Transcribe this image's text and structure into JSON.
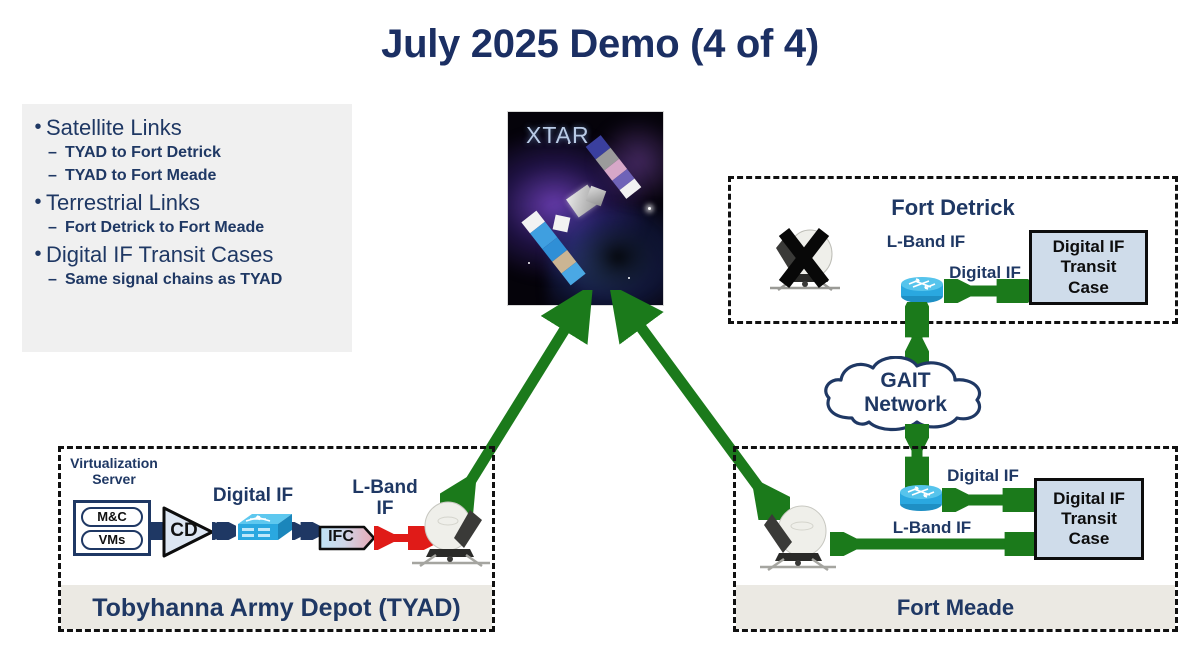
{
  "title": "July 2025 Demo (4 of 4)",
  "bullets": [
    {
      "level": 1,
      "text": "Satellite Links"
    },
    {
      "level": 2,
      "text": "TYAD to Fort Detrick"
    },
    {
      "level": 2,
      "text": "TYAD to Fort Meade"
    },
    {
      "level": 1,
      "text": "Terrestrial Links"
    },
    {
      "level": 2,
      "text": "Fort Detrick to Fort Meade"
    },
    {
      "level": 1,
      "text": "Digital IF Transit Cases"
    },
    {
      "level": 2,
      "text": "Same signal chains as TYAD"
    }
  ],
  "bullet_marks": {
    "dot": "•",
    "dash": "–"
  },
  "satellite": {
    "label": "XTAR",
    "icon": "satellite-image"
  },
  "network": {
    "cloud_line1": "GAIT",
    "cloud_line2": "Network",
    "icon": "cloud-icon"
  },
  "sites": {
    "fort_detrick": {
      "name": "Fort Detrick",
      "labels": {
        "lband": "L-Band IF",
        "digital": "Digital IF"
      },
      "transit_case": "Digital IF\nTransit\nCase",
      "transit_case_lines": [
        "Digital IF",
        "Transit",
        "Case"
      ],
      "dish_state": "disabled"
    },
    "fort_meade": {
      "name": "Fort Meade",
      "labels": {
        "digital": "Digital IF",
        "lband": "L-Band IF"
      },
      "transit_case_lines": [
        "Digital IF",
        "Transit",
        "Case"
      ],
      "dish_state": "active"
    },
    "tyad": {
      "name": "Tobyhanna Army Depot (TYAD)",
      "virtualization_server_line1": "Virtualization",
      "virtualization_server_line2": "Server",
      "components": [
        "M&C",
        "VMs",
        "CD",
        "IFC"
      ],
      "labels": {
        "digital": "Digital IF",
        "lband_line1": "L-Band",
        "lband_line2": "IF"
      }
    }
  },
  "colors": {
    "title_navy": "#1b2f63",
    "label_navy": "#1f3864",
    "arrow_green": "#1b7a1b",
    "arrow_red": "#e01b18",
    "arrow_navy": "#1f3864",
    "transit_case_fill": "#cfdcea",
    "panel_gray": "#f0f0f0",
    "band_beige": "#ebe9e3",
    "switch_blue": "#2aa8e0",
    "router_blue": "#2aa8e0"
  }
}
